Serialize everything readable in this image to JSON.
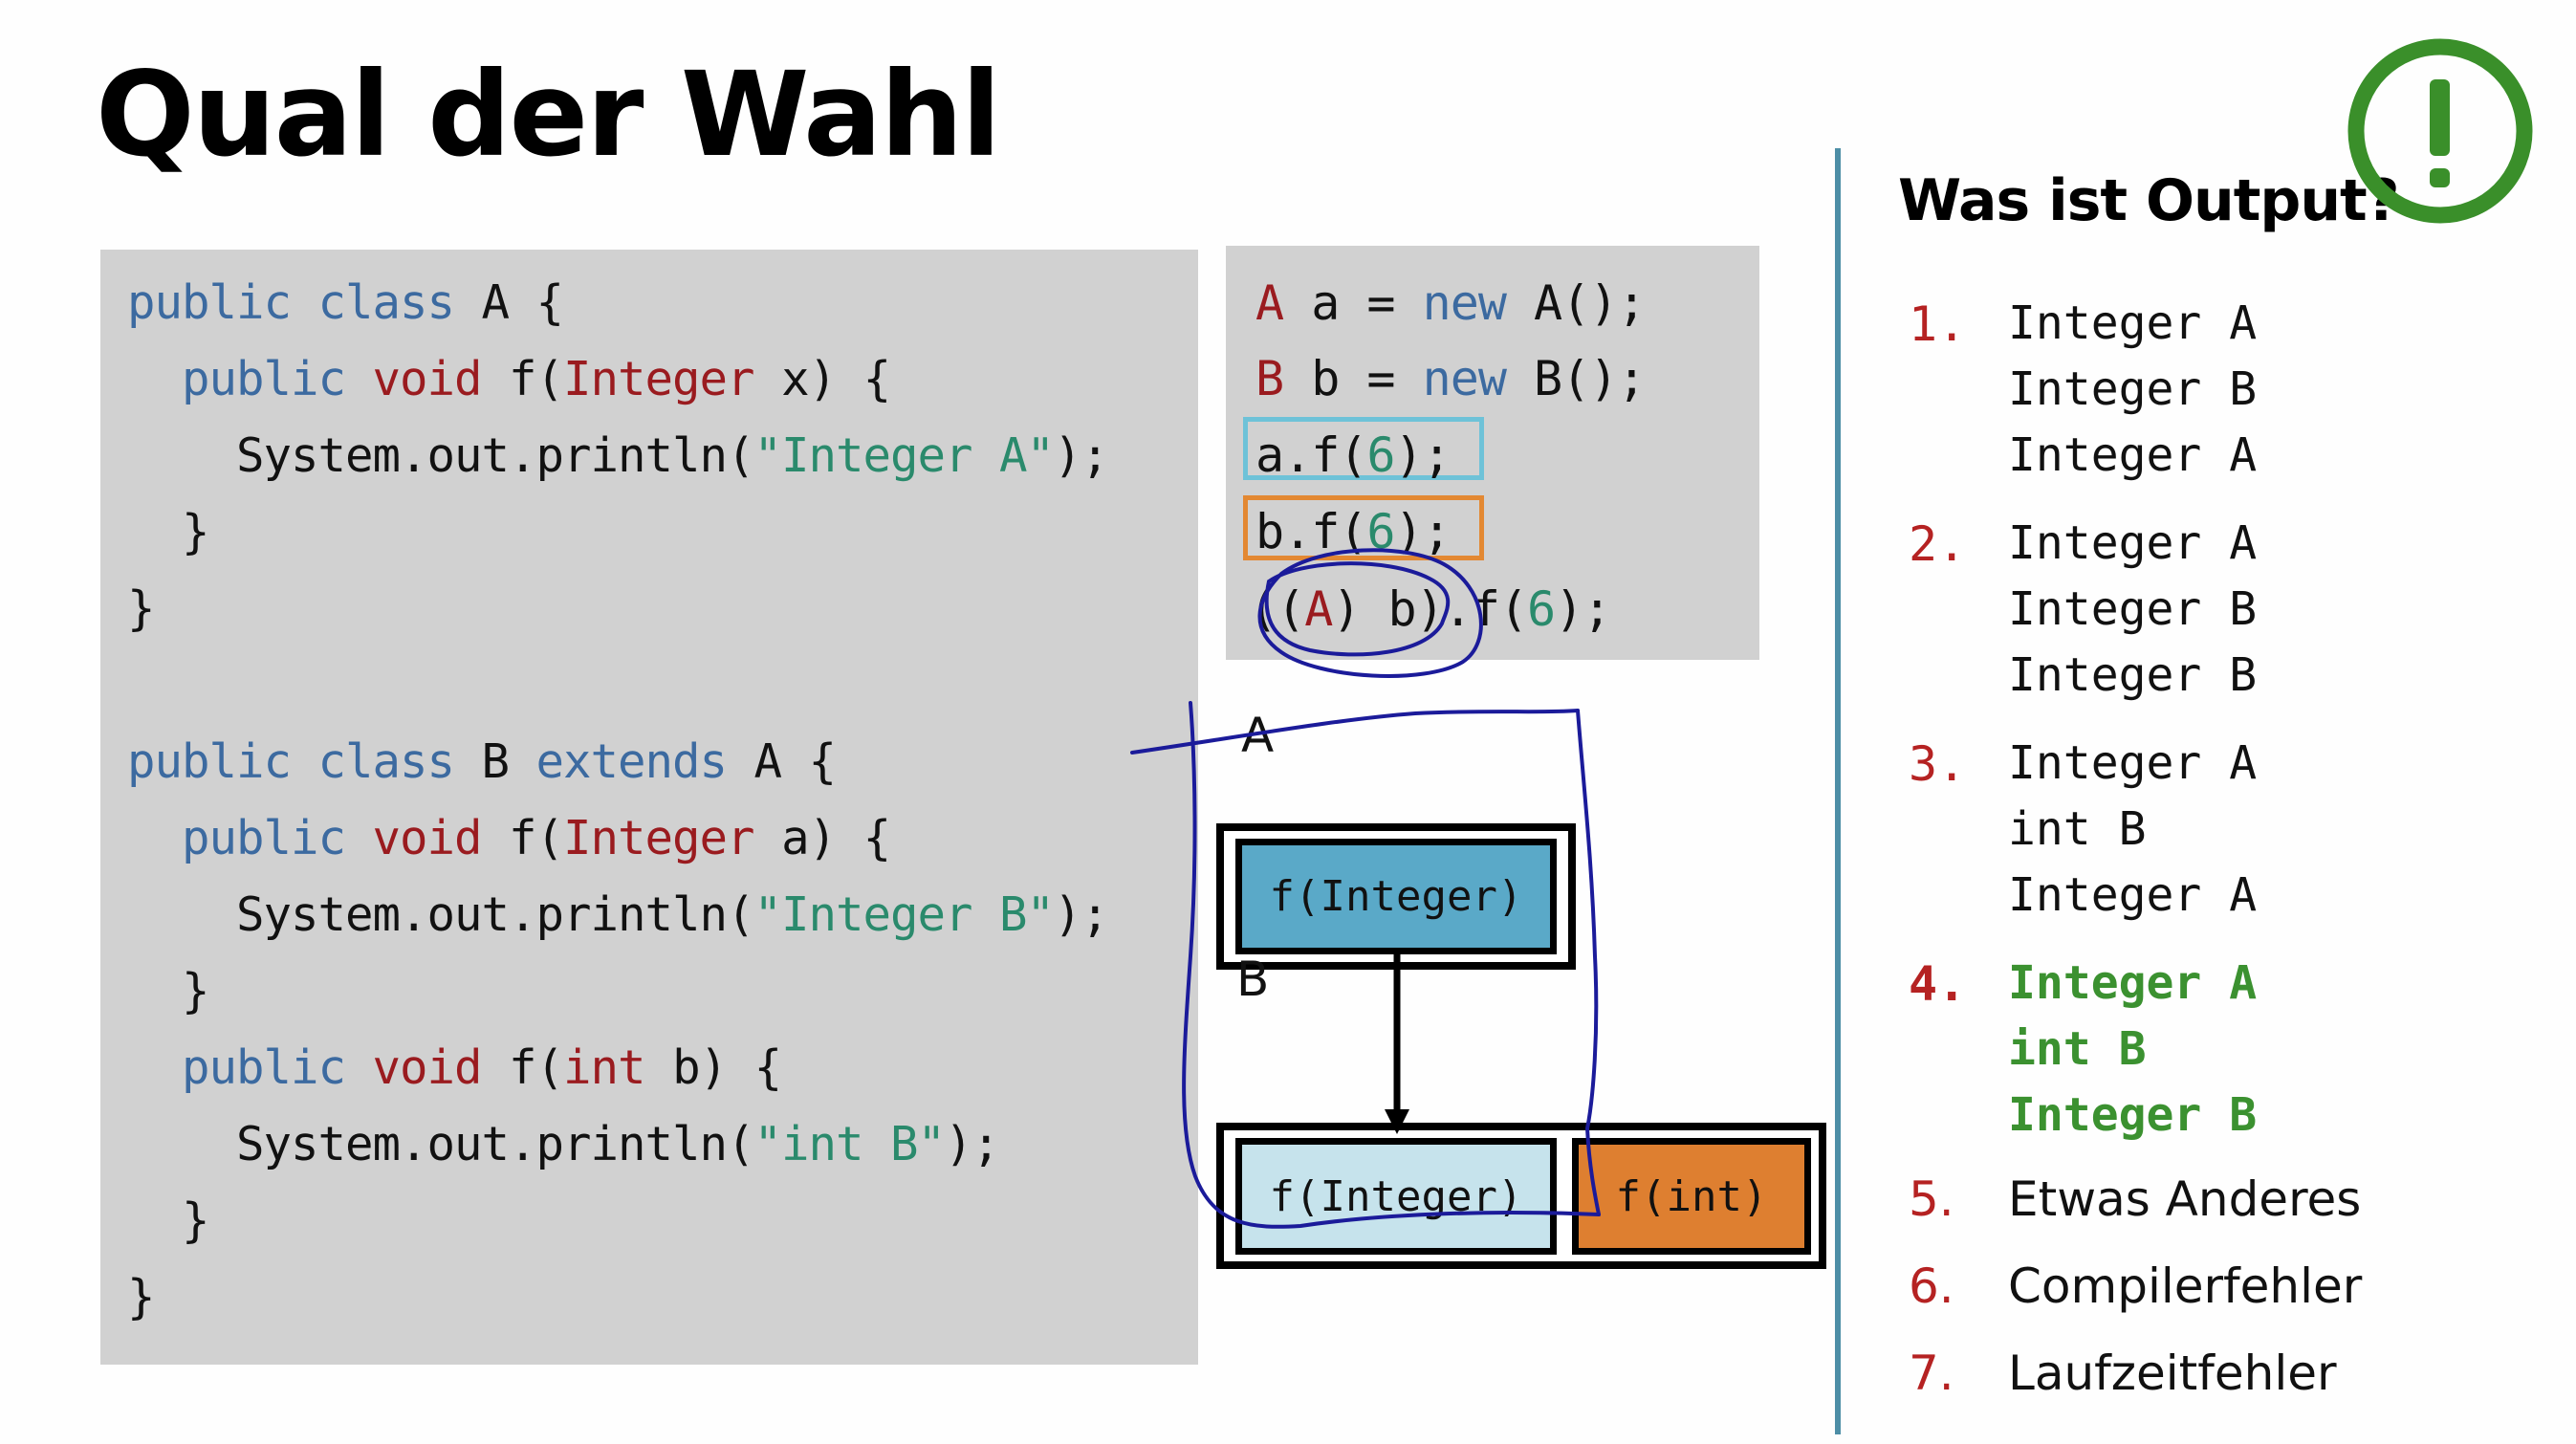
{
  "slide": {
    "title": "Qual der Wahl"
  },
  "code_left": {
    "lines": [
      [
        {
          "t": "public class",
          "c": "kw"
        },
        {
          "t": " A {",
          "c": ""
        }
      ],
      [
        {
          "t": "  public",
          "c": "kw"
        },
        {
          "t": " void",
          "c": "ty"
        },
        {
          "t": " f(",
          "c": ""
        },
        {
          "t": "Integer",
          "c": "ty"
        },
        {
          "t": " x) {",
          "c": ""
        }
      ],
      [
        {
          "t": "    System.out.println(",
          "c": ""
        },
        {
          "t": "\"Integer A\"",
          "c": "st"
        },
        {
          "t": ");",
          "c": ""
        }
      ],
      [
        {
          "t": "  }",
          "c": ""
        }
      ],
      [
        {
          "t": "}",
          "c": ""
        }
      ],
      [
        {
          "t": "",
          "c": ""
        }
      ],
      [
        {
          "t": "public class",
          "c": "kw"
        },
        {
          "t": " B ",
          "c": ""
        },
        {
          "t": "extends",
          "c": "kw"
        },
        {
          "t": " A {",
          "c": ""
        }
      ],
      [
        {
          "t": "  public",
          "c": "kw"
        },
        {
          "t": " void",
          "c": "ty"
        },
        {
          "t": " f(",
          "c": ""
        },
        {
          "t": "Integer",
          "c": "ty"
        },
        {
          "t": " a) {",
          "c": ""
        }
      ],
      [
        {
          "t": "    System.out.println(",
          "c": ""
        },
        {
          "t": "\"Integer B\"",
          "c": "st"
        },
        {
          "t": ");",
          "c": ""
        }
      ],
      [
        {
          "t": "  }",
          "c": ""
        }
      ],
      [
        {
          "t": "  public",
          "c": "kw"
        },
        {
          "t": " void",
          "c": "ty"
        },
        {
          "t": " f(",
          "c": ""
        },
        {
          "t": "int",
          "c": "ty"
        },
        {
          "t": " b) {",
          "c": ""
        }
      ],
      [
        {
          "t": "    System.out.println(",
          "c": ""
        },
        {
          "t": "\"int B\"",
          "c": "st"
        },
        {
          "t": ");",
          "c": ""
        }
      ],
      [
        {
          "t": "  }",
          "c": ""
        }
      ],
      [
        {
          "t": "}",
          "c": ""
        }
      ]
    ]
  },
  "code_right": {
    "lines": [
      [
        {
          "t": "A",
          "c": "ty"
        },
        {
          "t": " a = ",
          "c": ""
        },
        {
          "t": "new",
          "c": "kw"
        },
        {
          "t": " A();",
          "c": ""
        }
      ],
      [
        {
          "t": "B",
          "c": "ty"
        },
        {
          "t": " b = ",
          "c": ""
        },
        {
          "t": "new",
          "c": "kw"
        },
        {
          "t": " B();",
          "c": ""
        }
      ],
      [
        {
          "t": "a.f(",
          "c": ""
        },
        {
          "t": "6",
          "c": "num"
        },
        {
          "t": ");",
          "c": ""
        }
      ],
      [
        {
          "t": "b.f(",
          "c": ""
        },
        {
          "t": "6",
          "c": "num"
        },
        {
          "t": ");",
          "c": ""
        }
      ],
      [
        {
          "t": "((",
          "c": ""
        },
        {
          "t": "A",
          "c": "ty"
        },
        {
          "t": ") b).f(",
          "c": ""
        },
        {
          "t": "6",
          "c": "num"
        },
        {
          "t": ");",
          "c": ""
        }
      ]
    ]
  },
  "diagram": {
    "class_a_label": "A",
    "class_b_label": "B",
    "a_method": "f(Integer)",
    "b_method_1": "f(Integer)",
    "b_method_2": "f(int)",
    "colors": {
      "a_method": "#5aa9c8",
      "b_method_1": "#c6e3ec",
      "b_method_2": "#de7f30",
      "highlight_a": "#6ec2d8",
      "highlight_b": "#e38832",
      "ink": "#1b1b9a"
    }
  },
  "quiz": {
    "question": "Was ist Output?",
    "options": [
      {
        "num": "1.",
        "lines": [
          "Integer A",
          "Integer B",
          "Integer A"
        ]
      },
      {
        "num": "2.",
        "lines": [
          "Integer A",
          "Integer B",
          "Integer B"
        ]
      },
      {
        "num": "3.",
        "lines": [
          "Integer A",
          "int B",
          "Integer A"
        ]
      },
      {
        "num": "4.",
        "lines": [
          "Integer A",
          "int B",
          "Integer B"
        ],
        "correct": true
      },
      {
        "num": "5.",
        "text": "Etwas Anderes"
      },
      {
        "num": "6.",
        "text": "Compilerfehler"
      },
      {
        "num": "7.",
        "text": "Laufzeitfehler"
      }
    ],
    "correct_color": "#3b9130",
    "number_color": "#b52222"
  },
  "icons": {
    "alert": "exclamation-circle-icon",
    "alert_color": "#3a8f2a"
  }
}
